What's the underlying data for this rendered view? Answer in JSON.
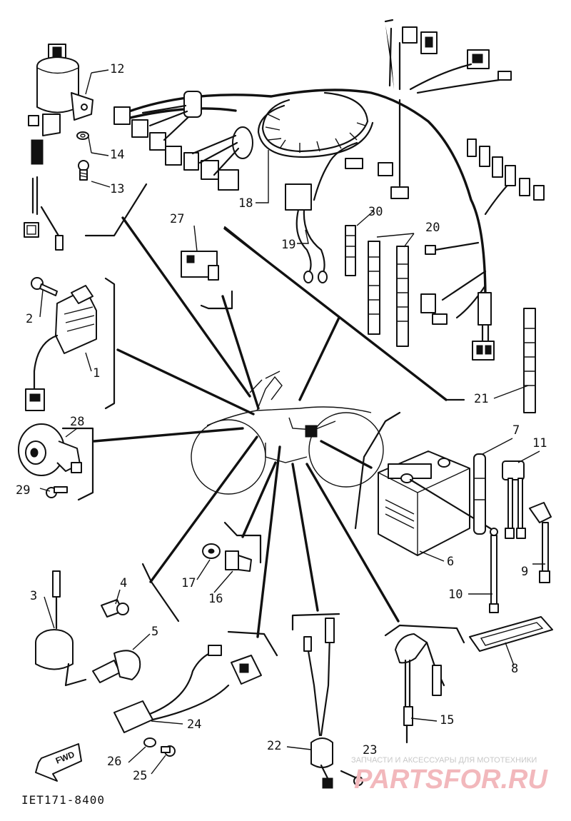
{
  "callouts": [
    "1",
    "2",
    "3",
    "4",
    "5",
    "6",
    "7",
    "8",
    "9",
    "10",
    "11",
    "12",
    "13",
    "14",
    "15",
    "16",
    "17",
    "18",
    "19",
    "20",
    "21",
    "22",
    "23",
    "24",
    "25",
    "26",
    "27",
    "28",
    "29",
    "30"
  ],
  "fwd_label": "FWD",
  "diagram_code": "IET171-8400",
  "watermark": {
    "tagline": "ЗАПЧАСТИ И АКСЕССУАРЫ ДЛЯ МОТОТЕХНИКИ",
    "site": "PARTSFOR.RU"
  }
}
